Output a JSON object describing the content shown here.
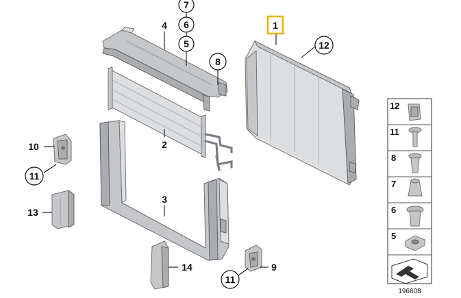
{
  "diagram": {
    "labels": {
      "p1": "1",
      "p2": "2",
      "p3": "3",
      "p4": "4",
      "p5": "5",
      "p6": "6",
      "p7": "7",
      "p8": "8",
      "p9": "9",
      "p10": "10",
      "p11a": "11",
      "p11b": "11",
      "p12": "12",
      "p13": "13",
      "p14": "14"
    },
    "highlight_color": "#e8b400",
    "legend": {
      "items": [
        "12",
        "11",
        "8",
        "7",
        "6",
        "5"
      ]
    },
    "reference_number": "196608"
  }
}
